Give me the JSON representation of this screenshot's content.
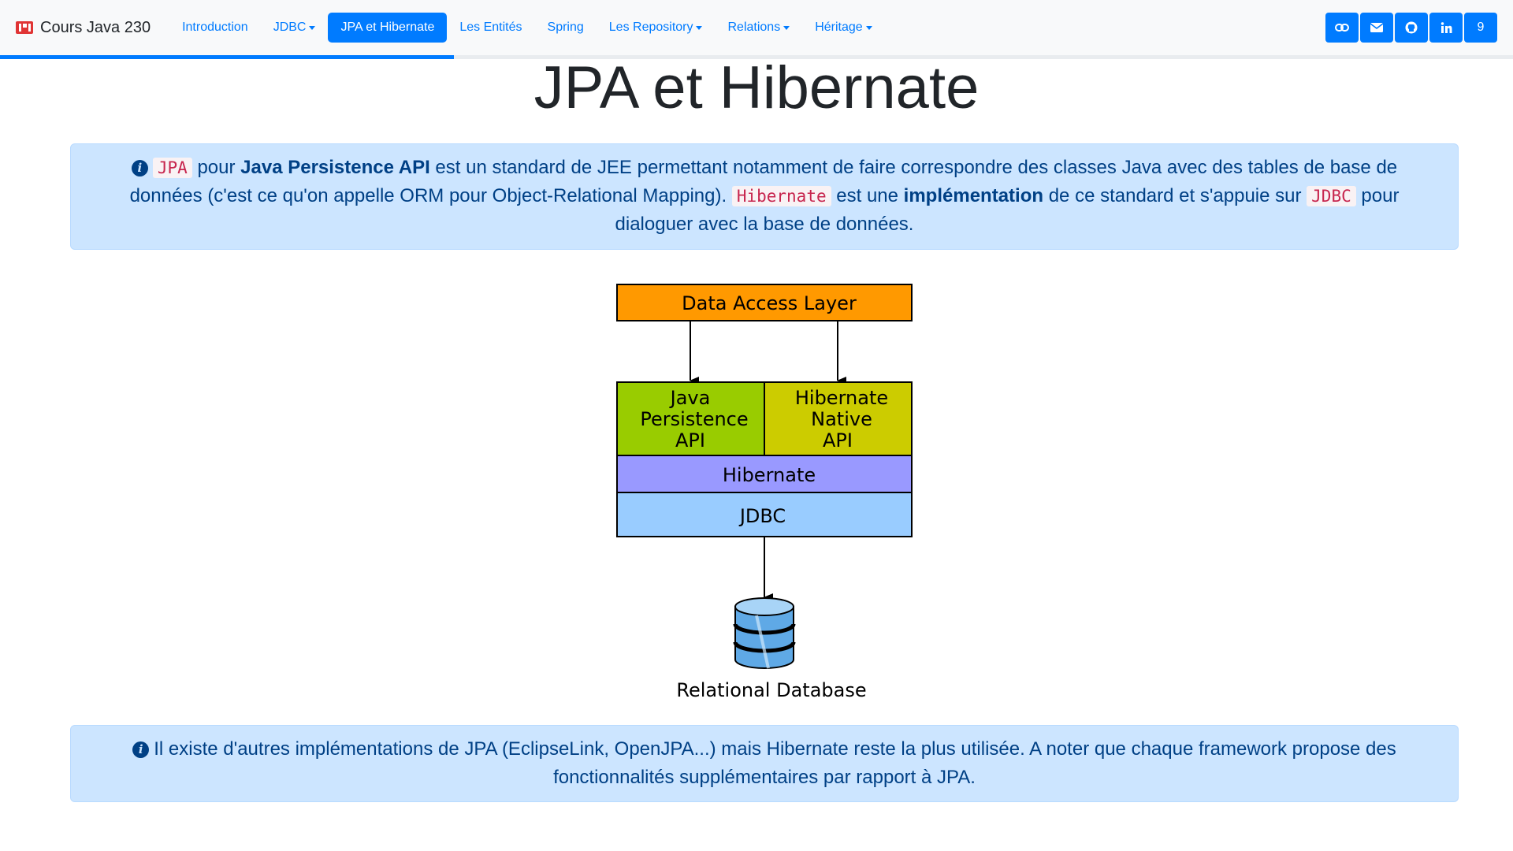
{
  "navbar": {
    "brand": "Cours Java 230",
    "items": [
      {
        "label": "Introduction",
        "dropdown": false,
        "active": false
      },
      {
        "label": "JDBC",
        "dropdown": true,
        "active": false
      },
      {
        "label": "JPA et Hibernate",
        "dropdown": false,
        "active": true
      },
      {
        "label": "Les Entités",
        "dropdown": false,
        "active": false
      },
      {
        "label": "Spring",
        "dropdown": false,
        "active": false
      },
      {
        "label": "Les Repository",
        "dropdown": true,
        "active": false
      },
      {
        "label": "Relations",
        "dropdown": true,
        "active": false
      },
      {
        "label": "Héritage",
        "dropdown": true,
        "active": false
      }
    ],
    "right_buttons": [
      "link-icon",
      "envelope-icon",
      "github-icon",
      "linkedin-icon"
    ],
    "right_count": "9",
    "accent": "#007bff"
  },
  "reading_progress": 0.3,
  "page_title": "JPA et Hibernate",
  "alert1": {
    "code_jpa": "JPA",
    "t1": " pour ",
    "b1": "Java Persistence API",
    "t2": " est un standard de JEE permettant notamment de faire correspondre des classes Java avec des tables de base de données (c'est ce qu'on appelle ORM pour Object-Relational Mapping). ",
    "code_hibernate": "Hibernate",
    "t3": " est une ",
    "b2": "implémentation",
    "t4": " de ce standard et s'appuie sur ",
    "code_jdbc": "JDBC",
    "t5": " pour dialoguer avec la base de données."
  },
  "diagram": {
    "data_access": "Data Access Layer",
    "jpa": [
      "Java",
      "Persistence",
      "API"
    ],
    "native": [
      "Hibernate",
      "Native",
      "API"
    ],
    "hibernate": "Hibernate",
    "jdbc": "JDBC",
    "database": "Relational Database",
    "colors": {
      "data_access": "#ff9900",
      "jpa": "#99cc00",
      "native": "#cccc00",
      "hibernate": "#9999ff",
      "jdbc": "#99ccff"
    }
  },
  "alert2": {
    "text": "Il existe d'autres implémentations de JPA (EclipseLink, OpenJPA...) mais Hibernate reste la plus utilisée. A noter que chaque framework propose des fonctionnalités supplémentaires par rapport à JPA."
  }
}
